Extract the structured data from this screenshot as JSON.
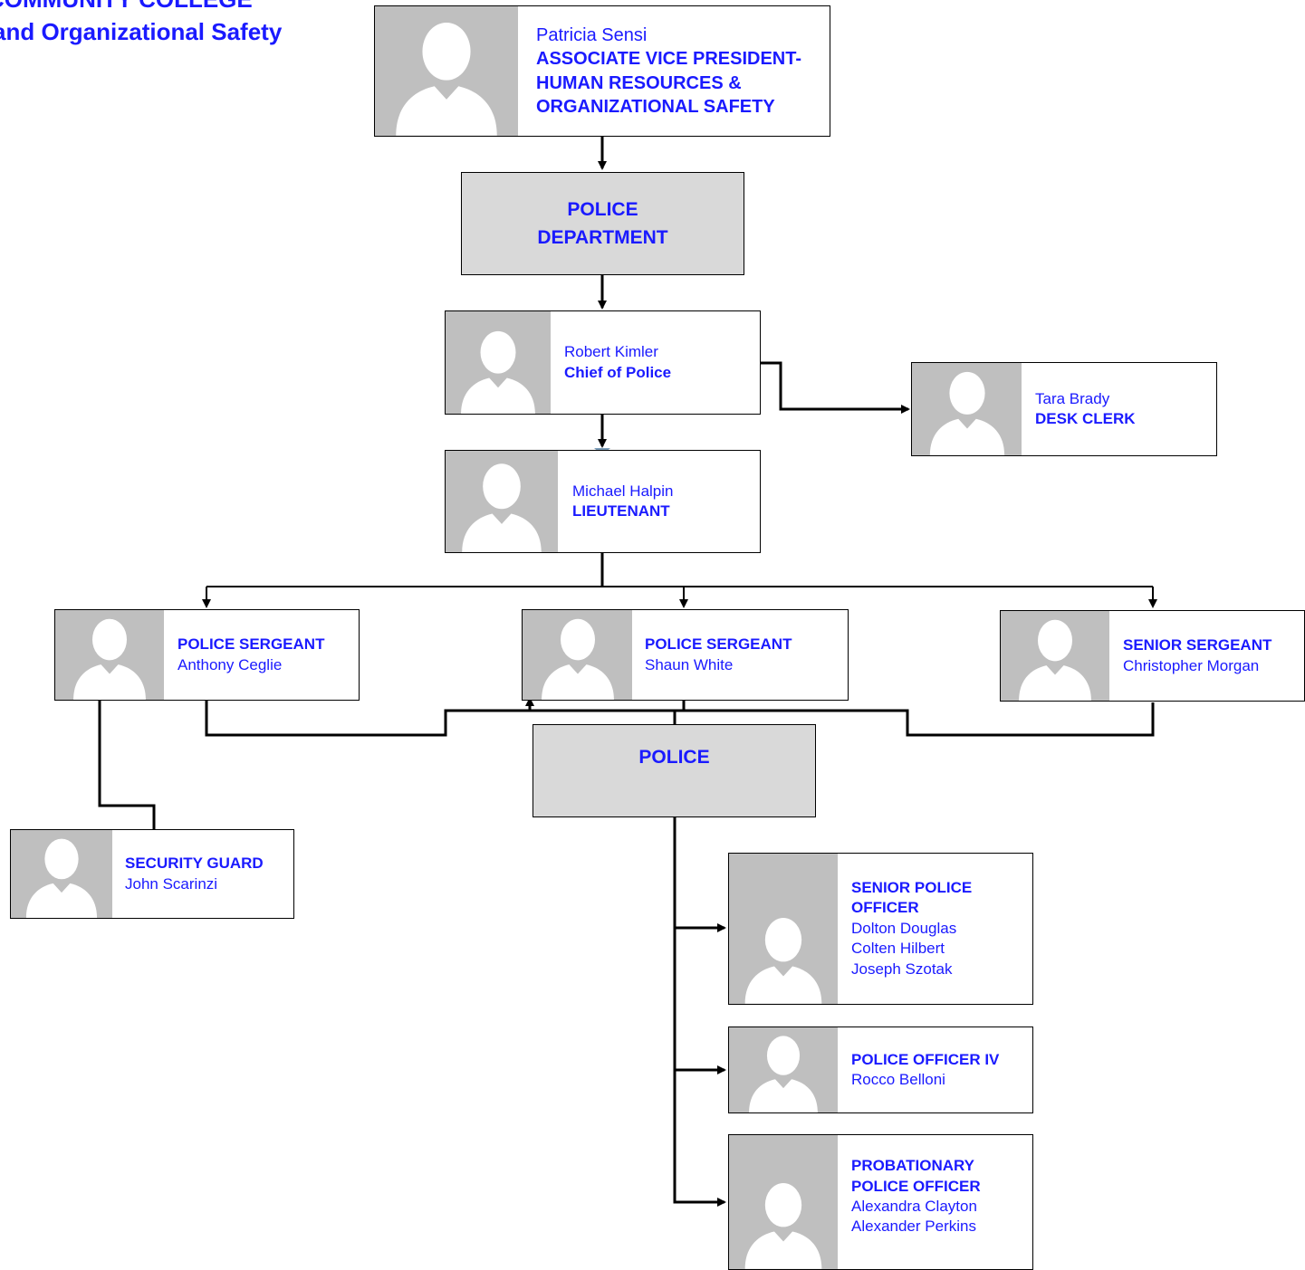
{
  "header": {
    "line1": "COMMUNITY COLLEGE",
    "line2": "and Organizational Safety"
  },
  "departments": {
    "police_department": [
      "POLICE",
      "DEPARTMENT"
    ],
    "police": [
      "POLICE"
    ]
  },
  "people": {
    "avp": {
      "name": "Patricia Sensi",
      "title": [
        "ASSOCIATE VICE PRESIDENT-",
        "HUMAN RESOURCES &",
        "ORGANIZATIONAL SAFETY"
      ]
    },
    "chief": {
      "name": "Robert Kimler",
      "title": "Chief of Police"
    },
    "desk_clerk": {
      "name": "Tara Brady",
      "title": "DESK CLERK"
    },
    "lieutenant": {
      "name": "Michael Halpin",
      "title": "LIEUTENANT"
    },
    "sergeant_1": {
      "title": "POLICE SERGEANT",
      "name": "Anthony Ceglie"
    },
    "sergeant_2": {
      "title": "POLICE SERGEANT",
      "name": "Shaun White"
    },
    "senior_sergeant": {
      "title": "SENIOR SERGEANT",
      "name": "Christopher Morgan"
    },
    "security_guard": {
      "title": "SECURITY GUARD",
      "name": "John Scarinzi"
    },
    "senior_officer": {
      "title": [
        "SENIOR POLICE",
        "OFFICER"
      ],
      "names": [
        "Dolton Douglas",
        "Colten Hilbert",
        "Joseph Szotak"
      ]
    },
    "officer_iv": {
      "title": "POLICE OFFICER IV",
      "names": [
        "Rocco Belloni"
      ]
    },
    "probationary": {
      "title": [
        "PROBATIONARY",
        "POLICE OFFICER"
      ],
      "names": [
        "Alexandra Clayton",
        "Alexander Perkins"
      ]
    }
  },
  "colors": {
    "text": "#1a1aff",
    "photo_bg": "#bfbfbf",
    "dept_bg": "#d9d9d9"
  }
}
